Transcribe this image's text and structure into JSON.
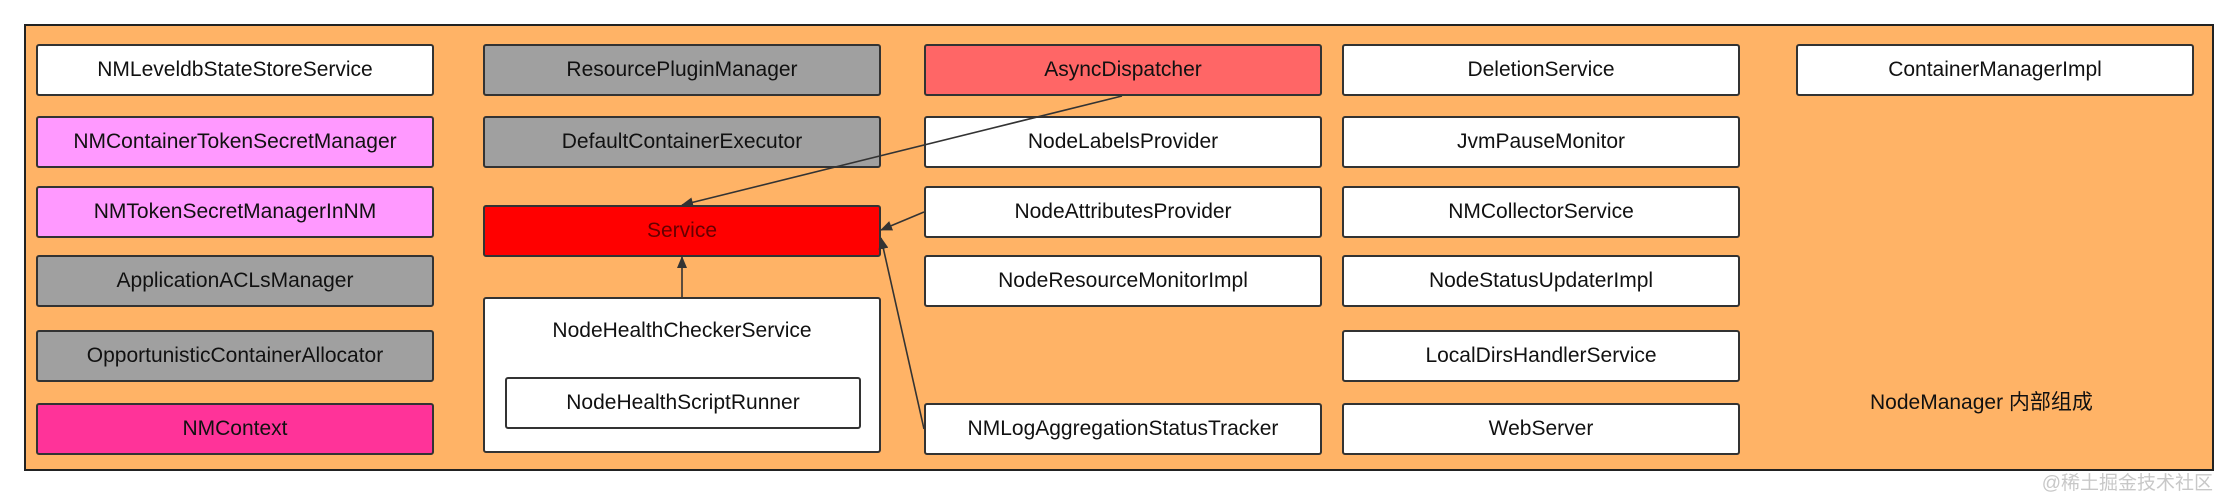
{
  "diagram": {
    "boxes": {
      "nm_leveldb": "NMLeveldbStateStoreService",
      "nm_container_token": "NMContainerTokenSecretManager",
      "nm_token_secret": "NMTokenSecretManagerInNM",
      "app_acls": "ApplicationACLsManager",
      "opportunistic": "OpportunisticContainerAllocator",
      "nm_context": "NMContext",
      "resource_plugin": "ResourcePluginManager",
      "default_executor": "DefaultContainerExecutor",
      "service": "Service",
      "health_checker": "NodeHealthCheckerService",
      "health_script": "NodeHealthScriptRunner",
      "async_dispatcher": "AsyncDispatcher",
      "node_labels": "NodeLabelsProvider",
      "node_attributes": "NodeAttributesProvider",
      "node_resource_monitor": "NodeResourceMonitorImpl",
      "log_aggregation": "NMLogAggregationStatusTracker",
      "deletion": "DeletionService",
      "jvm_pause": "JvmPauseMonitor",
      "nm_collector": "NMCollectorService",
      "status_updater": "NodeStatusUpdaterImpl",
      "local_dirs": "LocalDirsHandlerService",
      "web_server": "WebServer",
      "container_manager": "ContainerManagerImpl"
    },
    "caption": "NodeManager 内部组成",
    "watermark": "@稀土掘金技术社区",
    "colors": {
      "background": "#FFB366",
      "white": "#FFFFFF",
      "gray": "#A0A0A0",
      "pink": "#FF99FF",
      "magenta": "#FF3399",
      "salmon": "#FF6666",
      "red": "#FF0000"
    }
  }
}
